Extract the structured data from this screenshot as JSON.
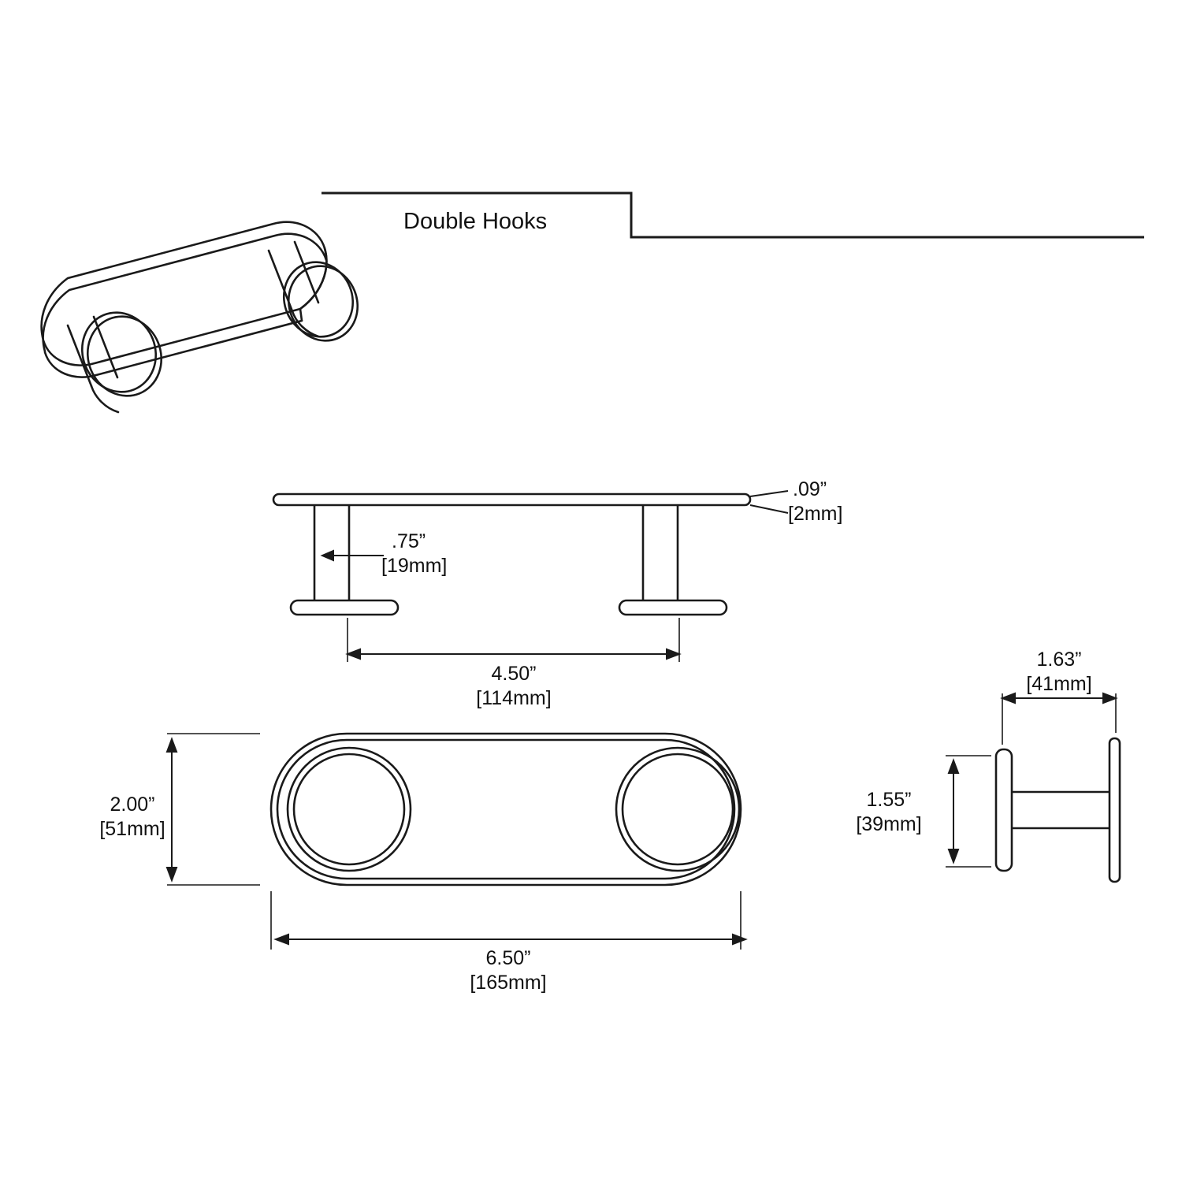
{
  "drawing": {
    "title": "Double Hooks",
    "line_color": "#1a1a1a",
    "background": "#ffffff",
    "dimensions": {
      "plate_thickness": {
        "imperial": ".09”",
        "metric": "[2mm]"
      },
      "hook_standoff": {
        "imperial": ".75”",
        "metric": "[19mm]"
      },
      "hook_spacing": {
        "imperial": "4.50”",
        "metric": "[114mm]"
      },
      "plate_height": {
        "imperial": "2.00”",
        "metric": "[51mm]"
      },
      "plate_width": {
        "imperial": "6.50”",
        "metric": "[165mm]"
      },
      "side_depth": {
        "imperial": "1.63”",
        "metric": "[41mm]"
      },
      "side_height": {
        "imperial": "1.55”",
        "metric": "[39mm]"
      }
    }
  }
}
